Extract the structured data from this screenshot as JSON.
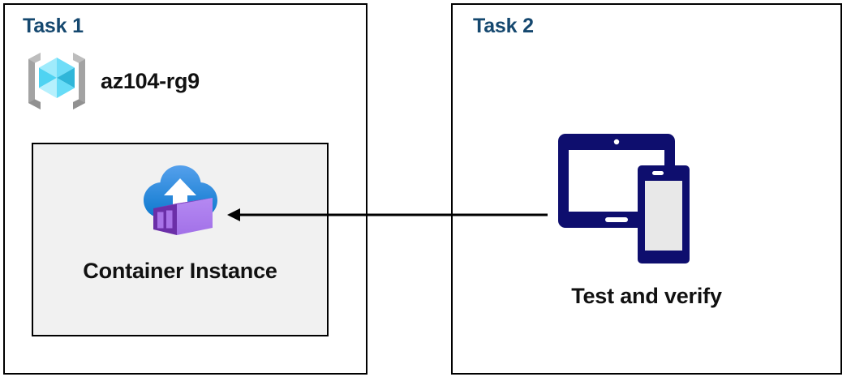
{
  "diagram": {
    "title": "Azure Container Instance task diagram",
    "background": "#FFFFFF",
    "panels": [
      {
        "id": "task1",
        "title": "Task 1",
        "resource_group": {
          "label": "az104-rg9",
          "icon": "azure-resource-group-icon"
        },
        "node": {
          "label": "Container Instance",
          "icon": "azure-container-instance-icon",
          "fill": "#F1F1F1",
          "border": "#000000"
        }
      },
      {
        "id": "task2",
        "title": "Task 2",
        "node": {
          "label": "Test and verify",
          "icon": "tablet-and-phone-devices-icon"
        }
      }
    ],
    "connector": {
      "name": "arrow-task2-to-container-instance",
      "direction": "right-to-left",
      "color": "#000000",
      "from": "Test and verify",
      "to": "Container Instance"
    },
    "colors": {
      "heading": "#15486F",
      "text": "#111111",
      "panel_border": "#000000",
      "node_fill": "#F1F1F1",
      "device_navy": "#0E0E6E",
      "device_screen": "#E8E8E8",
      "rg_cube_light": "#86E5FB",
      "rg_cube_mid": "#50D9F5",
      "rg_cube_dark": "#29B5D6",
      "rg_bracket": "#A3A3A3",
      "cloud_top": "#4F96E8",
      "cloud_bottom": "#0F7FD4",
      "container_light": "#B07CF0",
      "container_mid": "#9B6BE0",
      "container_dark": "#6B2FA8"
    }
  }
}
